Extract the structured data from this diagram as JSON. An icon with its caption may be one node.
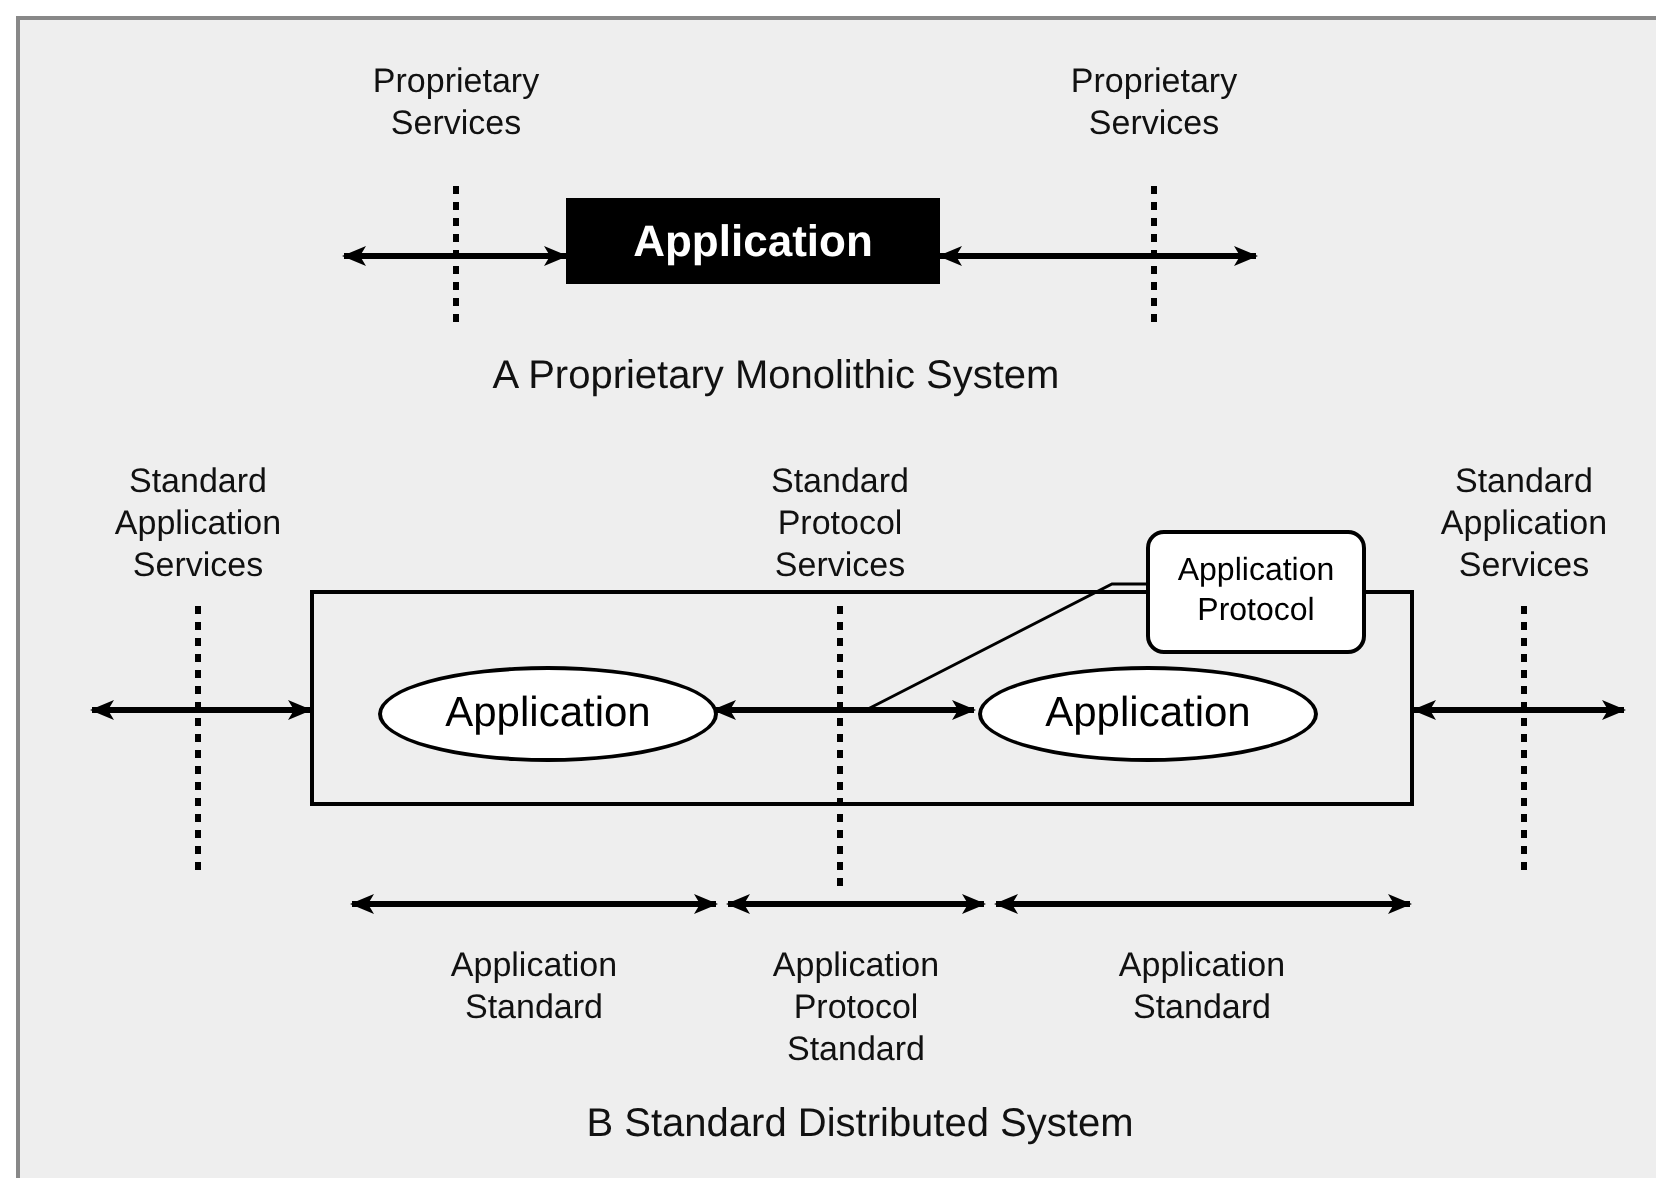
{
  "diagram": {
    "nodes": [
      {
        "text": [
          "Application"
        ]
      },
      {
        "text": [],
        "shape": "box"
      },
      {
        "text": [
          "Application"
        ],
        "in": 1
      },
      {
        "text": [
          "Application"
        ],
        "in": 1
      },
      {
        "text": [
          "Application Protocol"
        ]
      }
    ],
    "edges": [
      {
        "from": null,
        "to": 0,
        "arrow": "both"
      },
      {
        "from": 0,
        "to": null,
        "arrow": "both"
      },
      {
        "from": null,
        "to": 1,
        "arrow": "both"
      },
      {
        "from": 2,
        "to": 3,
        "arrow": "both"
      },
      {
        "from": 1,
        "to": null,
        "arrow": "both"
      },
      {
        "from": 4,
        "to": null,
        "arrow": "none"
      }
    ],
    "labels": [
      "Proprietary Services",
      "Proprietary Services",
      "A Proprietary Monolithic System",
      "Standard Application Services",
      "Standard Protocol Services",
      "Standard Application Services",
      "Application Standard",
      "Application Protocol Standard",
      "Application Standard",
      "B Standard Distributed System"
    ]
  }
}
